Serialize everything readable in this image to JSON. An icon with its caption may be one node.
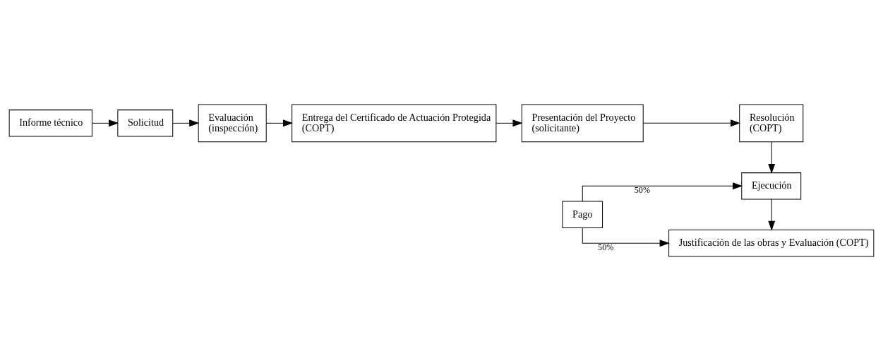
{
  "diagram": {
    "nodes": [
      {
        "text": [
          "Informe técnico"
        ]
      },
      {
        "text": [
          "Solicitud"
        ]
      },
      {
        "text": [
          "Evaluación",
          "(inspección)"
        ]
      },
      {
        "text": [
          "Entrega del Certificado de Actuación Protegida",
          "(COPT)"
        ]
      },
      {
        "text": [
          "Presentación del Proyecto",
          "(solicitante)"
        ]
      },
      {
        "text": [
          "Resolución",
          "(COPT)"
        ]
      },
      {
        "text": [
          "Ejecución"
        ]
      },
      {
        "text": [
          "Pago"
        ]
      },
      {
        "text": [
          "Justificación de las obras y Evaluación (COPT)"
        ]
      }
    ],
    "edges": [
      {
        "from": 0,
        "to": 1,
        "arrow": "to"
      },
      {
        "from": 1,
        "to": 2,
        "arrow": "to"
      },
      {
        "from": 2,
        "to": 3,
        "arrow": "to"
      },
      {
        "from": 3,
        "to": 4,
        "arrow": "to"
      },
      {
        "from": 4,
        "to": 5,
        "arrow": "to"
      },
      {
        "from": 5,
        "to": 6,
        "arrow": "to"
      },
      {
        "from": 6,
        "to": 8,
        "arrow": "to"
      },
      {
        "from": 7,
        "to": 6,
        "arrow": "to",
        "label": "50%"
      },
      {
        "from": 7,
        "to": 8,
        "arrow": "to",
        "label": "50%"
      }
    ]
  }
}
